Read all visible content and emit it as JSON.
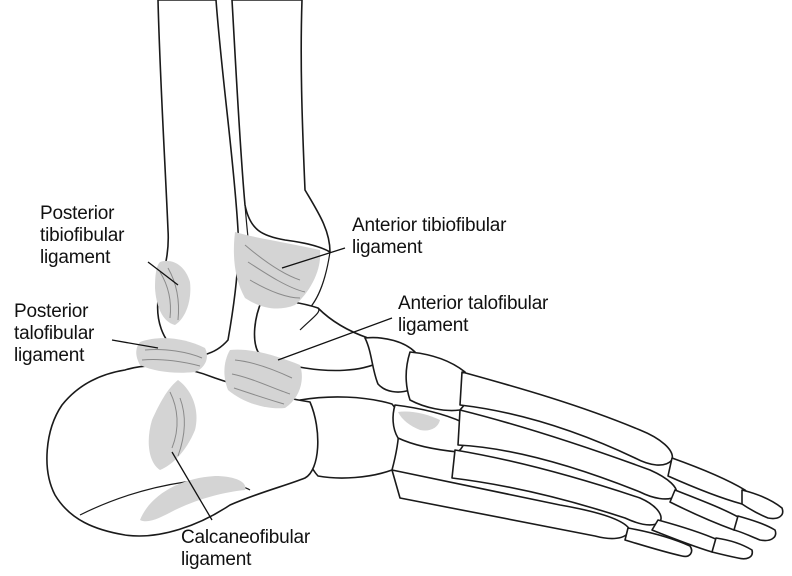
{
  "labels": {
    "posterior_tibiofibular": "Posterior\ntibiofibular\nligament",
    "anterior_tibiofibular": "Anterior tibiofibular\nligament",
    "posterior_talofibular": "Posterior\ntalofibular\nligament",
    "anterior_talofibular": "Anterior talofibular\nligament",
    "calcaneofibular": "Calcaneofibular\nligament"
  },
  "colors": {
    "bone_outline": "#1a1a1a",
    "ligament_fill": "#d4d4d4",
    "text": "#111111",
    "background": "#ffffff"
  }
}
